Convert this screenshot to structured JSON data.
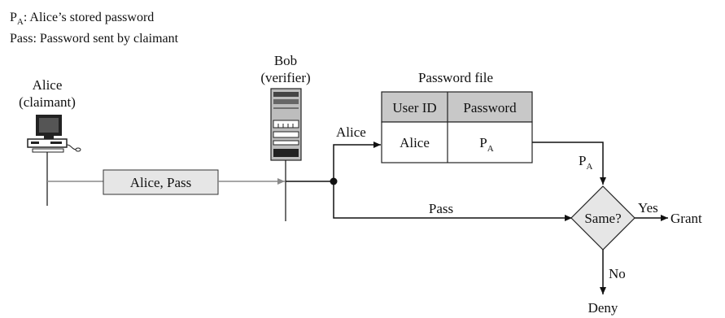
{
  "legend": {
    "pa_main": "P",
    "pa_sub": "A",
    "pa_desc": ": Alice’s stored password",
    "pass_desc": "Pass: Password sent by claimant"
  },
  "claimant": {
    "line1": "Alice",
    "line2": "(claimant)"
  },
  "verifier": {
    "line1": "Bob",
    "line2": "(verifier)"
  },
  "message": {
    "label": "Alice, Pass"
  },
  "password_file": {
    "title": "Password file",
    "headers": [
      "User ID",
      "Password"
    ],
    "row": {
      "user": "Alice",
      "password_main": "P",
      "password_sub": "A"
    }
  },
  "flow": {
    "alice_label": "Alice",
    "pass_label": "Pass",
    "pa_main": "P",
    "pa_sub": "A",
    "decision": "Same?",
    "yes": "Yes",
    "grant": "Grant",
    "no": "No",
    "deny": "Deny"
  },
  "colors": {
    "box_fill": "#e6e6e6",
    "header_fill": "#c8c8c8",
    "gray_line": "#8a8a8a",
    "black": "#111111"
  }
}
